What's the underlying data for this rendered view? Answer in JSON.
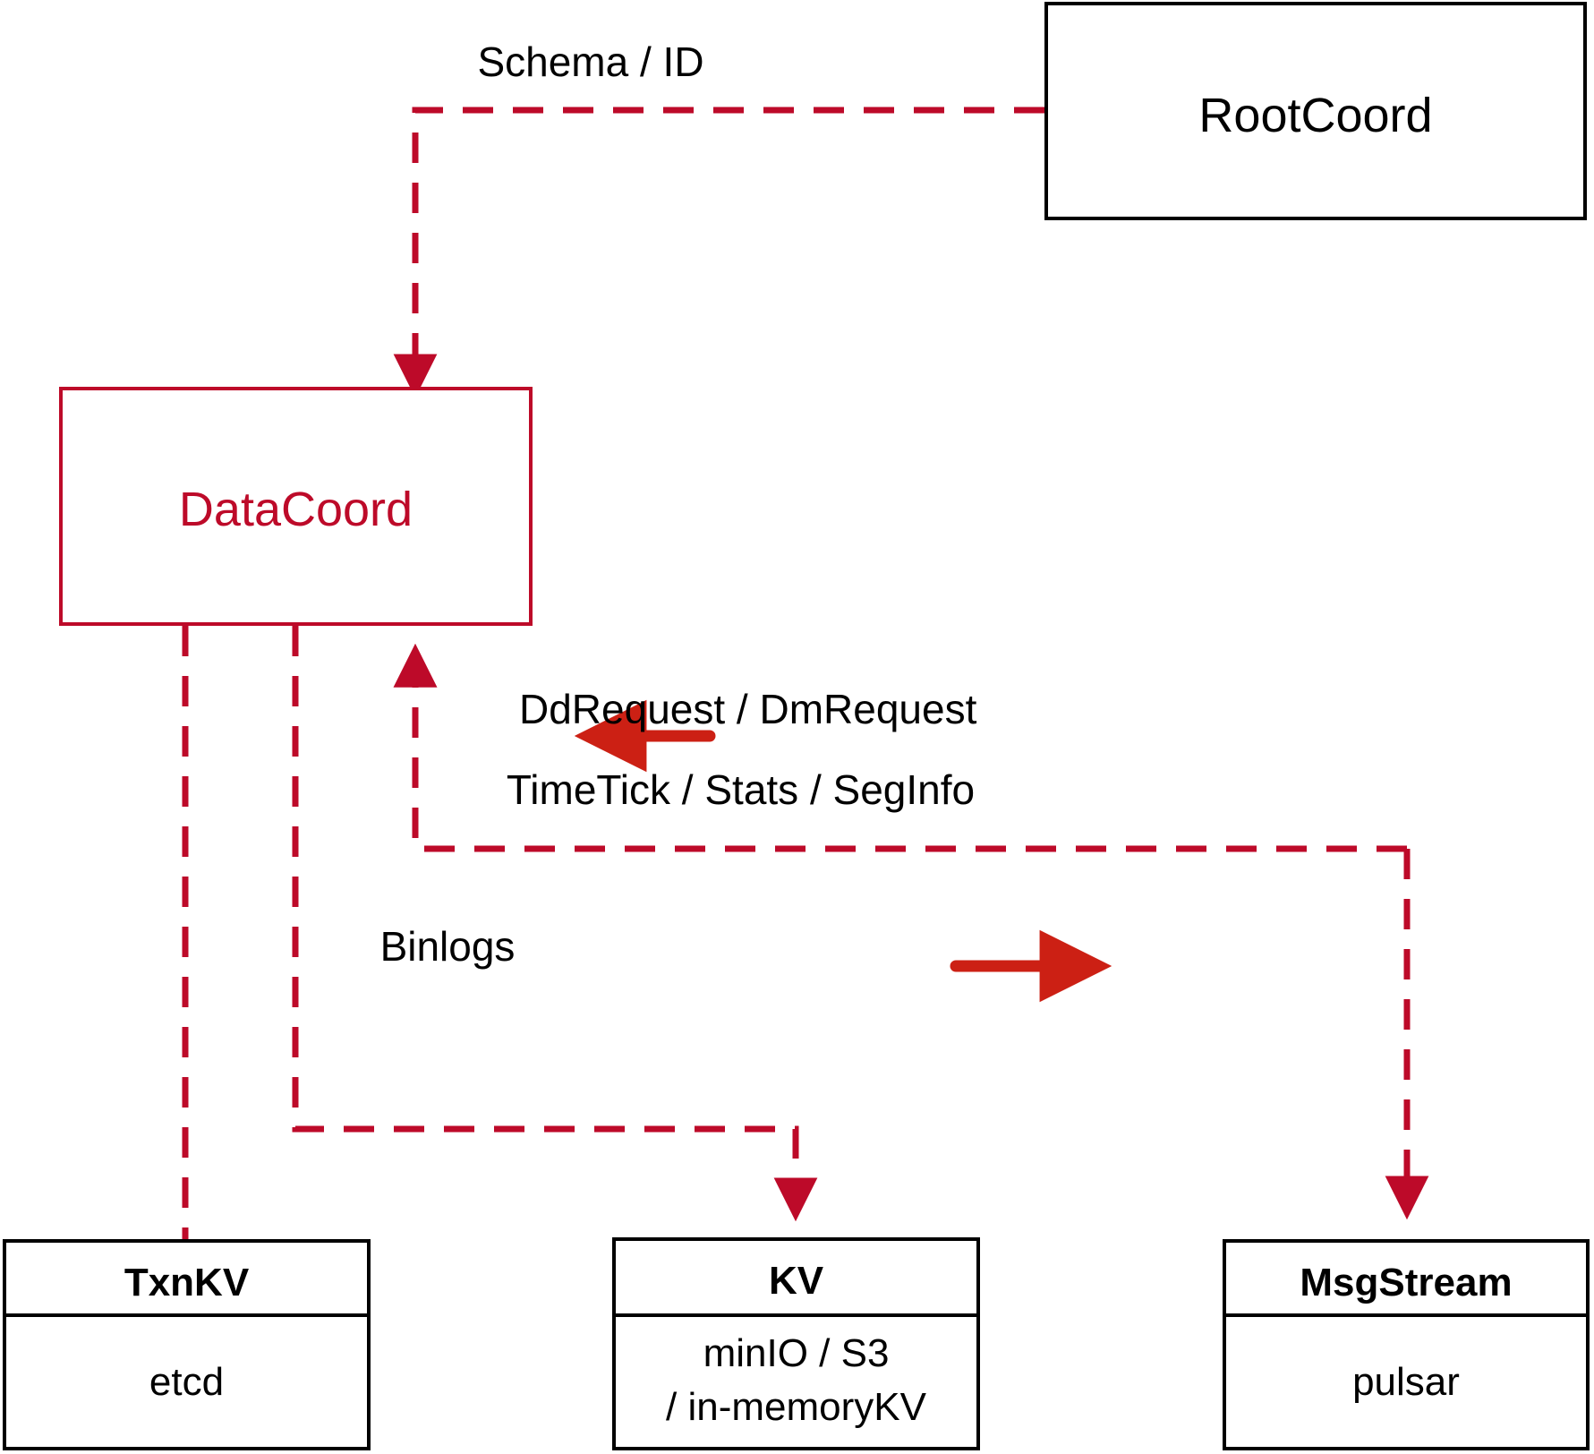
{
  "diagram": {
    "title": "DataCoord architecture",
    "colors": {
      "dashed_red": "#BD0A29",
      "solid_arrow_red": "#CC2014",
      "box_black": "#000000",
      "datacoord_red": "#BD0A29",
      "background": "#FFFFFF"
    },
    "nodes": [
      {
        "id": "rootcoord",
        "title": "RootCoord",
        "style": "black-box",
        "subtitle": ""
      },
      {
        "id": "datacoord",
        "title": "DataCoord",
        "style": "red-box",
        "subtitle": ""
      },
      {
        "id": "txnkv",
        "title": "TxnKV",
        "style": "black-box",
        "subtitle": "etcd"
      },
      {
        "id": "kv",
        "title": "KV",
        "style": "black-box",
        "subtitle_line1": "minIO / S3",
        "subtitle_line2": "/ in-memoryKV"
      },
      {
        "id": "msgstream",
        "title": "MsgStream",
        "style": "black-box",
        "subtitle": "pulsar"
      }
    ],
    "edges": [
      {
        "id": "schema-id",
        "label": "Schema / ID",
        "from": "rootcoord",
        "to": "datacoord",
        "style": "dashed",
        "arrow": "to"
      },
      {
        "id": "dd-dm-request",
        "label": "DdRequest / DmRequest",
        "from": "msgstream",
        "to": "datacoord",
        "style": "solid-indicator",
        "arrow": "left"
      },
      {
        "id": "timetick-stats-seginfo",
        "label": "TimeTick / Stats / SegInfo",
        "from": "datacoord",
        "to": "msgstream",
        "style": "solid-indicator",
        "arrow": "right"
      },
      {
        "id": "binlogs",
        "label": "Binlogs",
        "from": "datacoord",
        "to": "kv",
        "style": "dashed",
        "arrow": "to"
      },
      {
        "id": "txnkv-link",
        "label": "",
        "from": "datacoord",
        "to": "txnkv",
        "style": "dashed",
        "arrow": "none"
      }
    ]
  }
}
